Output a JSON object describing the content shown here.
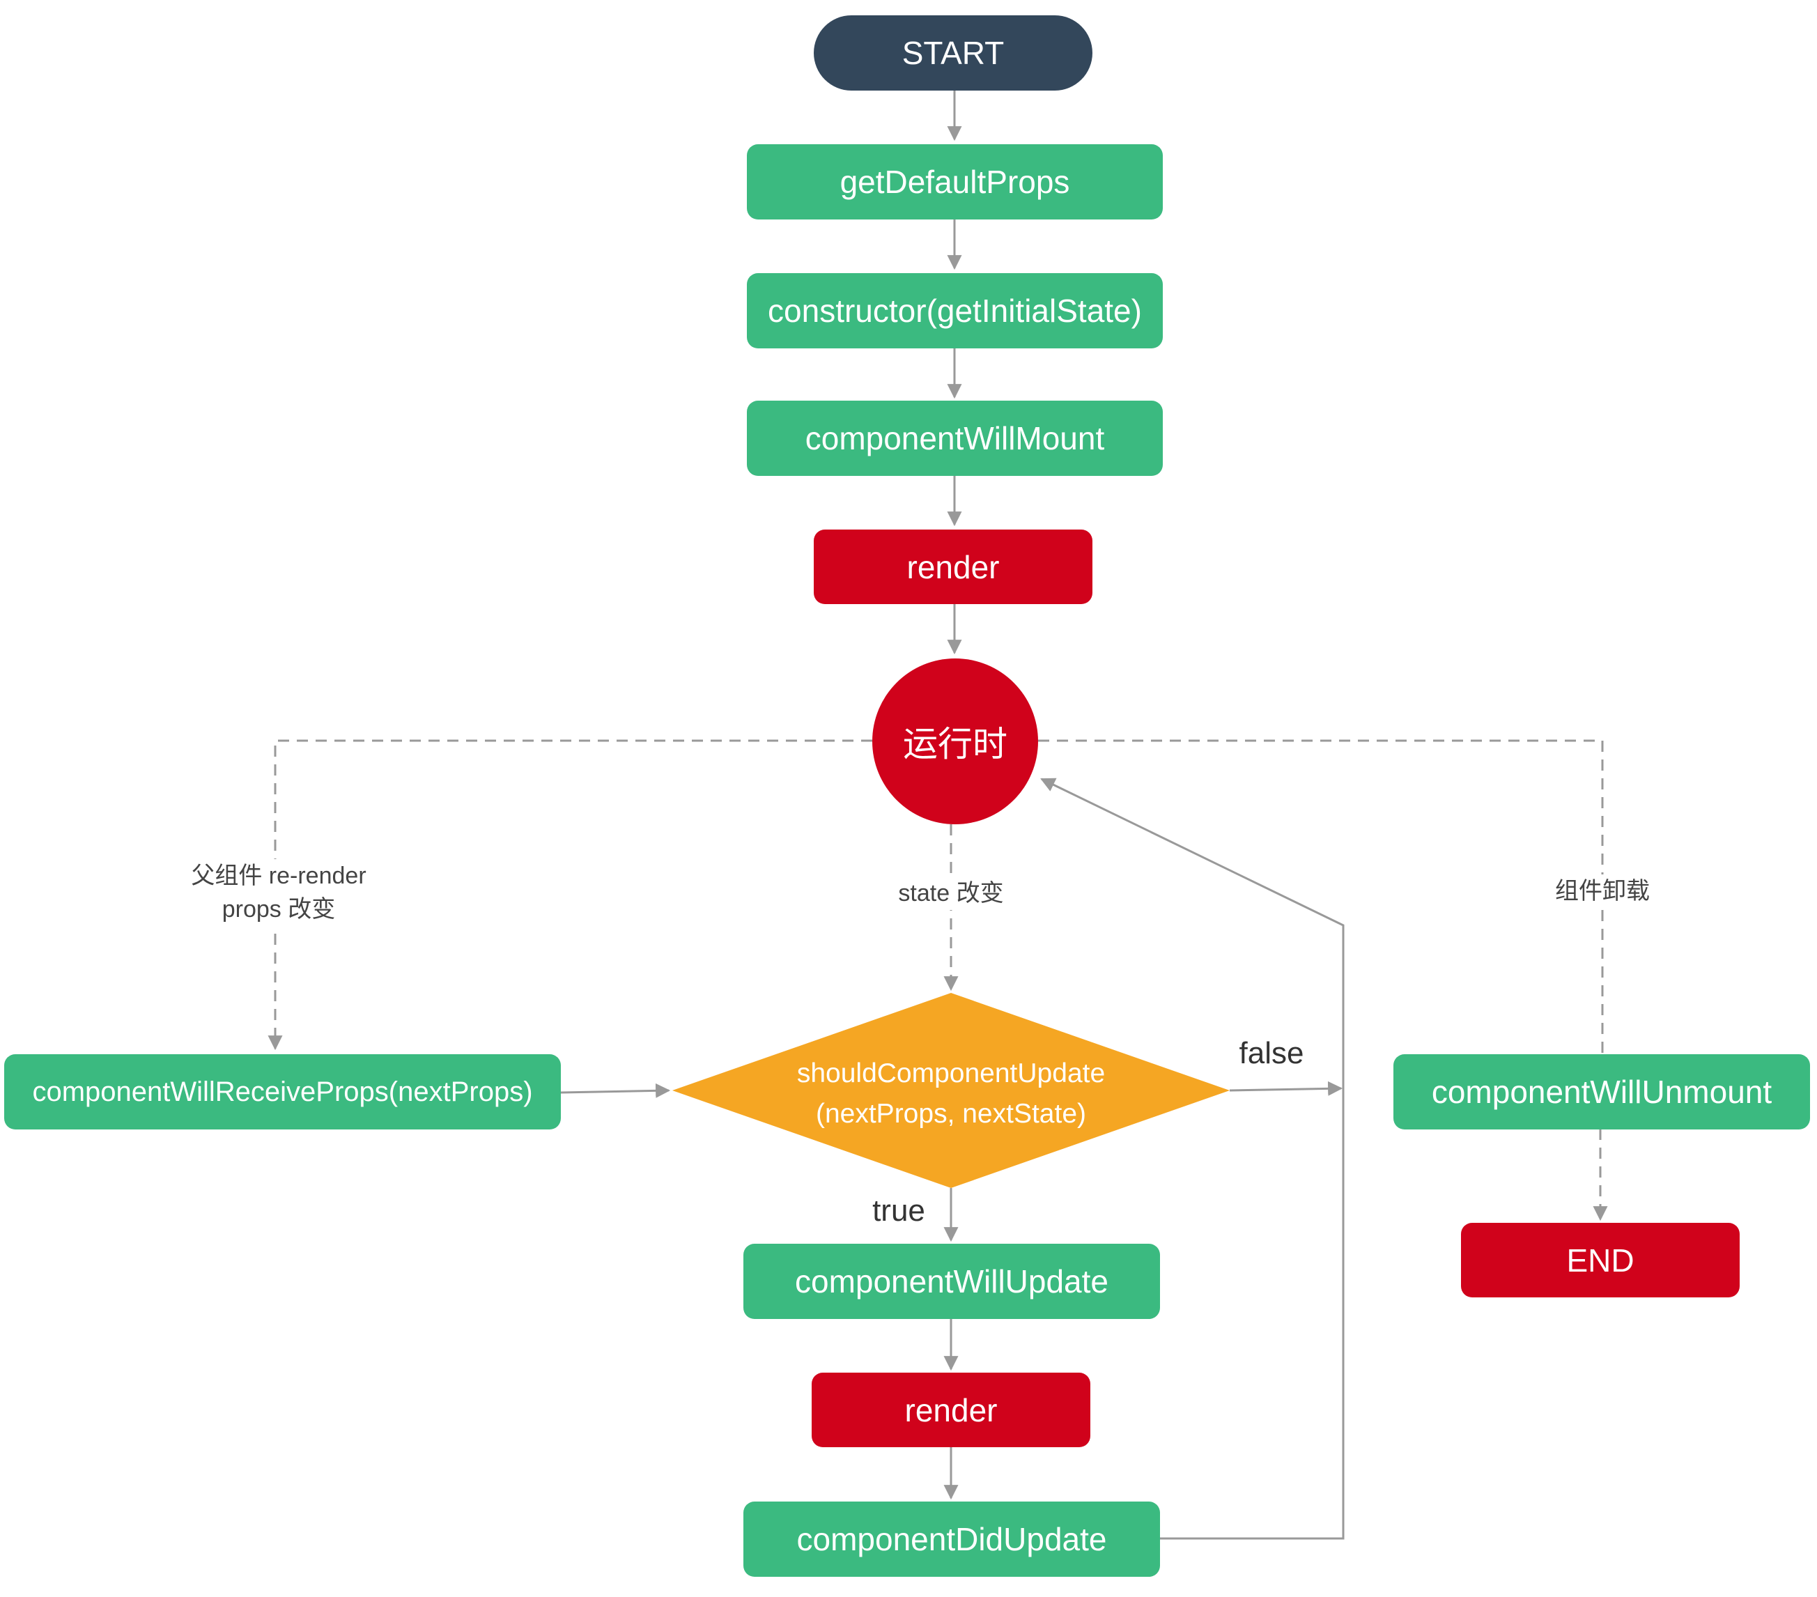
{
  "nodes": {
    "start": "START",
    "get_default_props": "getDefaultProps",
    "constructor": "constructor(getInitialState)",
    "component_will_mount": "componentWillMount",
    "render_initial": "render",
    "runtime": "运行时",
    "component_will_receive_props": "componentWillReceiveProps(nextProps)",
    "should_component_update_line1": "shouldComponentUpdate",
    "should_component_update_line2": "(nextProps, nextState)",
    "component_will_update": "componentWillUpdate",
    "render_update": "render",
    "component_did_update": "componentDidUpdate",
    "component_will_unmount": "componentWillUnmount",
    "end": "END"
  },
  "edge_labels": {
    "parent_rerender_line1": "父组件 re-render",
    "parent_rerender_line2": "props 改变",
    "state_change": "state 改变",
    "unmount": "组件卸载",
    "false_label": "false",
    "true_label": "true"
  },
  "colors": {
    "start_node": "#33475b",
    "lifecycle_node": "#3bba80",
    "render_node": "#d0021b",
    "decision_node": "#f5a623",
    "connector": "#999999"
  }
}
